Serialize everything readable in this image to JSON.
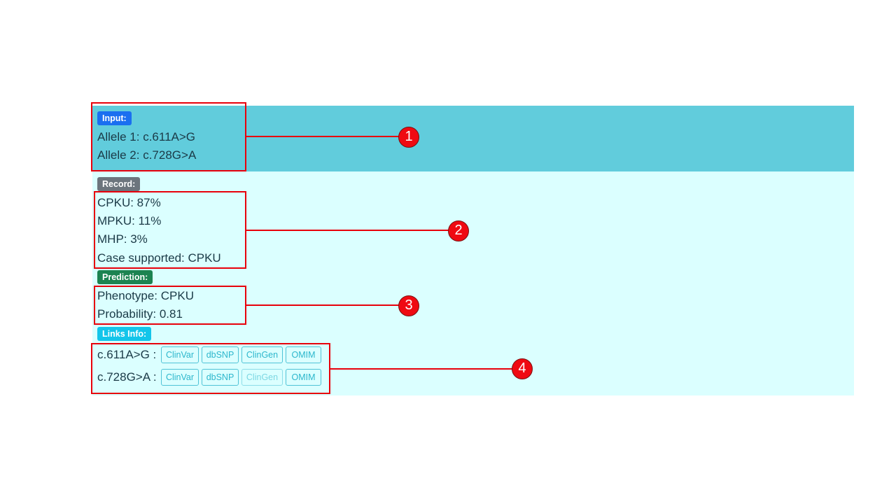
{
  "colors": {
    "input_panel_bg": "#61ccdc",
    "result_panel_bg": "#dbffff",
    "badge_input": "#1a6ff0",
    "badge_record": "#6c757d",
    "badge_prediction": "#1c8351",
    "badge_links": "#13c5ea",
    "callout_red": "#e8000b"
  },
  "input": {
    "badge": "Input:",
    "allele1": "Allele 1: c.611A>G",
    "allele2": "Allele 2: c.728G>A"
  },
  "record": {
    "badge": "Record:",
    "cpku": "CPKU: 87%",
    "mpku": "MPKU: 11%",
    "mhp": "MHP: 3%",
    "case_supported": "Case supported: CPKU"
  },
  "prediction": {
    "badge": "Prediction:",
    "phenotype": "Phenotype: CPKU",
    "probability": "Probability: 0.81"
  },
  "links": {
    "badge": "Links Info:",
    "rows": [
      {
        "variant": "c.611A>G :",
        "buttons": [
          "ClinVar",
          "dbSNP",
          "ClinGen",
          "OMIM"
        ]
      },
      {
        "variant": "c.728G>A :",
        "buttons": [
          "ClinVar",
          "dbSNP",
          "ClinGen",
          "OMIM"
        ]
      }
    ]
  },
  "callouts": [
    "1",
    "2",
    "3",
    "4"
  ]
}
